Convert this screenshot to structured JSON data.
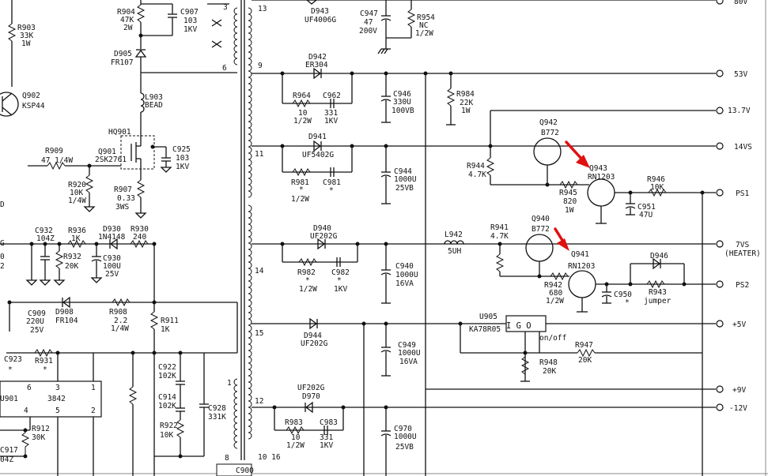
{
  "components": {
    "R903": {
      "ref": "R903",
      "v1": "33K",
      "v2": "1W"
    },
    "R904": {
      "ref": "R904",
      "v1": "47K",
      "v2": "2W"
    },
    "C907": {
      "ref": "C907",
      "v1": "103",
      "v2": "1KV"
    },
    "D905": {
      "ref": "D905",
      "v1": "FR107"
    },
    "L903": {
      "ref": "L903",
      "v1": "BEAD"
    },
    "Q902": {
      "ref": "Q902",
      "v1": "KSP44"
    },
    "HQ901": {
      "ref": "HQ901"
    },
    "Q901": {
      "ref": "Q901",
      "v1": "2SK2761"
    },
    "C925": {
      "ref": "C925",
      "v1": "103",
      "v2": "1KV"
    },
    "R909": {
      "ref": "R909",
      "v1": "47 1/4W"
    },
    "R920": {
      "ref": "R920",
      "v1": "10K",
      "v2": "1/4W"
    },
    "R907": {
      "ref": "R907",
      "v1": "0.33",
      "v2": "3WS"
    },
    "C932": {
      "ref": "C932",
      "v1": "104Z"
    },
    "R936": {
      "ref": "R936",
      "v1": "1K"
    },
    "D930": {
      "ref": "D930",
      "v1": "1N4148"
    },
    "R930": {
      "ref": "R930",
      "v1": "240"
    },
    "R932": {
      "ref": "R932",
      "v1": "20K"
    },
    "C930": {
      "ref": "C930",
      "v1": "100U",
      "v2": "25V"
    },
    "C909": {
      "ref": "C909",
      "v1": "220U",
      "v2": "25V"
    },
    "D908": {
      "ref": "D908",
      "v1": "FR104"
    },
    "R908": {
      "ref": "R908",
      "v1": "2.2",
      "v2": "1/4W"
    },
    "R911": {
      "ref": "R911",
      "v1": "1K"
    },
    "C923": {
      "ref": "C923",
      "v1": "*"
    },
    "R931": {
      "ref": "R931",
      "v1": "*"
    },
    "C922": {
      "ref": "C922",
      "v1": "102K"
    },
    "C914": {
      "ref": "C914",
      "v1": "102K"
    },
    "R922": {
      "ref": "R922",
      "v1": "10K"
    },
    "C928": {
      "ref": "C928",
      "v1": "331K"
    },
    "U901": {
      "ref": "U901",
      "v1": "3842"
    },
    "R912": {
      "ref": "R912",
      "v1": "30K"
    },
    "C917": {
      "ref": "C917",
      "v1": "04Z"
    },
    "C900": {
      "ref": "C900"
    },
    "D943": {
      "ref": "D943",
      "v1": "UF4006G"
    },
    "C947": {
      "ref": "C947",
      "v1": "47",
      "v2": "200V"
    },
    "R954": {
      "ref": "R954",
      "v1": "NC",
      "v2": "1/2W"
    },
    "D942": {
      "ref": "D942",
      "v1": "ER304"
    },
    "R964": {
      "ref": "R964",
      "v1": "10",
      "v2": "1/2W"
    },
    "C962": {
      "ref": "C962",
      "v1": "331",
      "v2": "1KV"
    },
    "C946": {
      "ref": "C946",
      "v1": "330U",
      "v2": "100VB"
    },
    "R984": {
      "ref": "R984",
      "v1": "22K",
      "v2": "1W"
    },
    "D941": {
      "ref": "D941",
      "v1": "UF5402G"
    },
    "R981": {
      "ref": "R981",
      "v1": "*",
      "v2": "1/2W"
    },
    "C981": {
      "ref": "C981",
      "v1": "*"
    },
    "C944": {
      "ref": "C944",
      "v1": "1000U",
      "v2": "25VB"
    },
    "Q942": {
      "ref": "Q942",
      "v1": "B772"
    },
    "R944": {
      "ref": "R944",
      "v1": "4.7K"
    },
    "Q943": {
      "ref": "Q943",
      "v1": "RN1203"
    },
    "R945": {
      "ref": "R945",
      "v1": "820",
      "v2": "1W"
    },
    "C951": {
      "ref": "C951",
      "v1": "47U"
    },
    "R946": {
      "ref": "R946",
      "v1": "10K"
    },
    "D940": {
      "ref": "D940",
      "v1": "UF202G"
    },
    "R982": {
      "ref": "R982",
      "v1": "*",
      "v2": "1/2W"
    },
    "C982": {
      "ref": "C982",
      "v1": "*",
      "v2": "1KV"
    },
    "C940": {
      "ref": "C940",
      "v1": "1000U",
      "v2": "16VA"
    },
    "L942": {
      "ref": "L942",
      "v1": "5UH"
    },
    "R941": {
      "ref": "R941",
      "v1": "4.7K"
    },
    "Q940": {
      "ref": "Q940",
      "v1": "B772"
    },
    "Q941": {
      "ref": "Q941",
      "v1": "RN1203"
    },
    "R942": {
      "ref": "R942",
      "v1": "680",
      "v2": "1/2W"
    },
    "C950": {
      "ref": "C950",
      "v1": "*"
    },
    "D946": {
      "ref": "D946"
    },
    "R943": {
      "ref": "R943",
      "v1": "jumper"
    },
    "D944": {
      "ref": "D944",
      "v1": "UF202G"
    },
    "C949": {
      "ref": "C949",
      "v1": "1000U",
      "v2": "16VA"
    },
    "U905": {
      "ref": "U905",
      "v1": "KA78R05",
      "pins": "I G O"
    },
    "R947": {
      "ref": "R947",
      "v1": "20K"
    },
    "R948": {
      "ref": "R948",
      "v1": "20K"
    },
    "D970": {
      "ref": "D970",
      "v1": "UF202G"
    },
    "R983": {
      "ref": "R983",
      "v1": "10",
      "v2": "1/2W"
    },
    "C983": {
      "ref": "C983",
      "v1": "331",
      "v2": "1KV"
    },
    "C970": {
      "ref": "C970",
      "v1": "1000U",
      "v2": "25VB"
    }
  },
  "rails": {
    "r80": "80V",
    "r53": "53V",
    "r137": "13.7V",
    "r14vs": "14VS",
    "ps1": "PS1",
    "r7vs": "7VS",
    "heater": "(HEATER)",
    "ps2": "PS2",
    "p5": "+5V",
    "p9": "+9V",
    "m12": "-12V"
  },
  "pins": {
    "p3": "3",
    "p6": "6",
    "p13": "13",
    "p9": "9",
    "p11": "11",
    "p14": "14",
    "p15": "15",
    "p12": "12",
    "p1": "1",
    "p8": "8",
    "p1016": "10 16",
    "u1": "1",
    "u2": "2",
    "u3": "3",
    "u4": "4",
    "u5": "5",
    "u6": "6"
  },
  "misc": {
    "onoff": "on/off",
    "edge_d": "D",
    "edge_g": "G",
    "edge_0": "0",
    "edge_2": "2",
    "edge_u": "U901"
  },
  "colors": {
    "ink": "#111111",
    "annotation_arrow": "#e01010"
  }
}
